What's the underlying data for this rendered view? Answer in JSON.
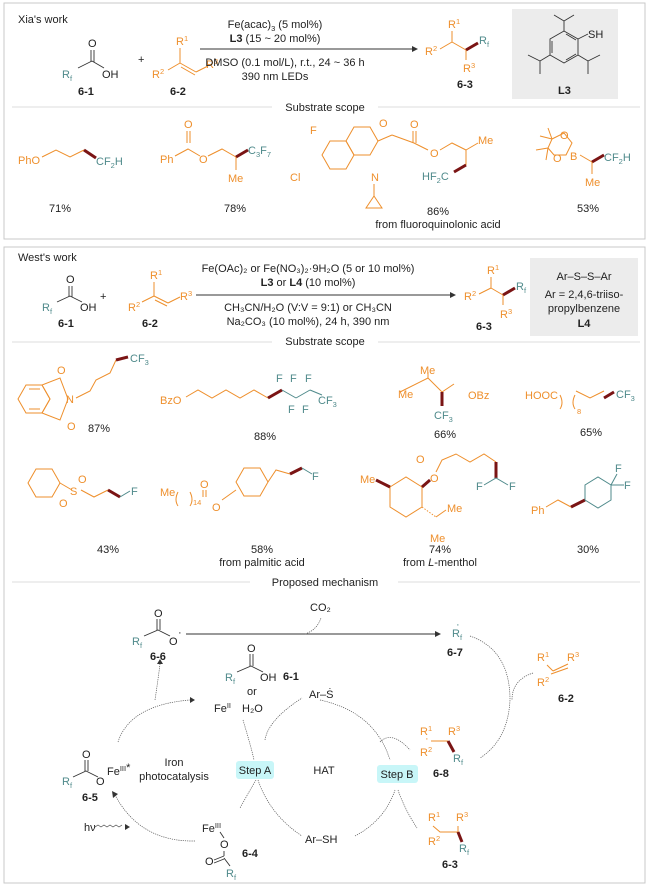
{
  "panel1": {
    "title": "Xia's work",
    "reactant1": {
      "label": "6-1",
      "rf": "R",
      "rf_sub": "f",
      "oh": "OH",
      "o": "O"
    },
    "plus": "+",
    "reactant2": {
      "label": "6-2",
      "r1": "R",
      "r1_sup": "1",
      "r2": "R",
      "r2_sup": "2",
      "r3": "R",
      "r3_sup": "3"
    },
    "conditions_above": [
      "Fe(acac)",
      "3",
      " (5 mol%)"
    ],
    "conditions_above2": {
      "bold": "L3",
      "rest": " (15 ~ 20 mol%)"
    },
    "conditions_below1": "DMSO (0.1 mol/L), r.t., 24 ~ 36 h",
    "conditions_below2": "390 nm LEDs",
    "product": {
      "label": "6-3"
    },
    "ligand": {
      "label": "L3",
      "sh": "SH"
    },
    "scope_header": "Substrate scope",
    "scope": [
      {
        "yield": "71%",
        "note": "",
        "groups": {
          "a": "PhO",
          "b": "CF",
          "b_sub": "2",
          "b_end": "H"
        }
      },
      {
        "yield": "78%",
        "note": "",
        "groups": {
          "ph": "Ph",
          "o1": "O",
          "o2": "O",
          "rf": "C",
          "rf_sub1": "3",
          "rf_mid": "F",
          "rf_sub2": "7",
          "me": "Me"
        }
      },
      {
        "yield": "86%",
        "note": "from fluoroquinolonic acid",
        "groups": {
          "f": "F",
          "cl": "Cl",
          "n": "N",
          "o": "O",
          "me": "Me",
          "hf2c": "HF",
          "hf2c_sub": "2",
          "hf2c_end": "C"
        }
      },
      {
        "yield": "53%",
        "note": "",
        "groups": {
          "b": "B",
          "o": "O",
          "rf": "CF",
          "rf_sub": "2",
          "rf_end": "H",
          "me": "Me"
        }
      }
    ]
  },
  "panel2": {
    "title": "West's work",
    "conditions_above1": "Fe(OAc)₂ or Fe(NO₃)₂·9H₂O (5 or 10 mol%)",
    "conditions_above2": {
      "b1": "L3",
      "mid": " or ",
      "b2": "L4",
      "rest": " (10 mol%)"
    },
    "conditions_below1": "CH₃CN/H₂O (V:V = 9:1) or CH₃CN",
    "conditions_below2": "Na₂CO₃ (10 mol%), 24 h, 390 nm",
    "ligand": {
      "line1": "Ar–S–S–Ar",
      "line2": "Ar = 2,4,6-triiso-",
      "line3": "propylbenzene",
      "label": "L4"
    },
    "scope_header": "Substrate scope",
    "scope": [
      {
        "yield": "87%",
        "note": ""
      },
      {
        "yield": "88%",
        "note": ""
      },
      {
        "yield": "66%",
        "note": ""
      },
      {
        "yield": "65%",
        "note": ""
      },
      {
        "yield": "43%",
        "note": ""
      },
      {
        "yield": "58%",
        "note": "from palmitic acid"
      },
      {
        "yield": "74%",
        "note_pre": "from ",
        "note_it": "L",
        "note_post": "-menthol"
      },
      {
        "yield": "30%",
        "note": ""
      }
    ],
    "labels": {
      "cf3": "CF₃",
      "bzo": "BzO",
      "obz": "OBz",
      "me": "Me",
      "hooc": "HOOC",
      "n8": "8",
      "n14": "14",
      "f": "F",
      "ph": "Ph",
      "o": "O",
      "n": "N",
      "s": "S"
    }
  },
  "mechanism": {
    "header": "Proposed mechanism",
    "co2": "CO₂",
    "c66": "6-6",
    "c67": "6-7",
    "c61": "6-1",
    "c62": "6-2",
    "c68": "6-8",
    "c65": "6-5",
    "c64": "6-4",
    "c63": "6-3",
    "or": "or",
    "fe2": "Fe",
    "fe2_sup": "II",
    "h2o": "H₂O",
    "ar_s": "Ar–Ṡ",
    "ar_sh": "Ar–SH",
    "iron1": "Iron",
    "iron2": "photocatalysis",
    "stepA": "Step A",
    "stepB": "Step B",
    "hat": "HAT",
    "hv": "hν",
    "fe3": "Fe",
    "fe3_sup": "III",
    "star": "*"
  }
}
